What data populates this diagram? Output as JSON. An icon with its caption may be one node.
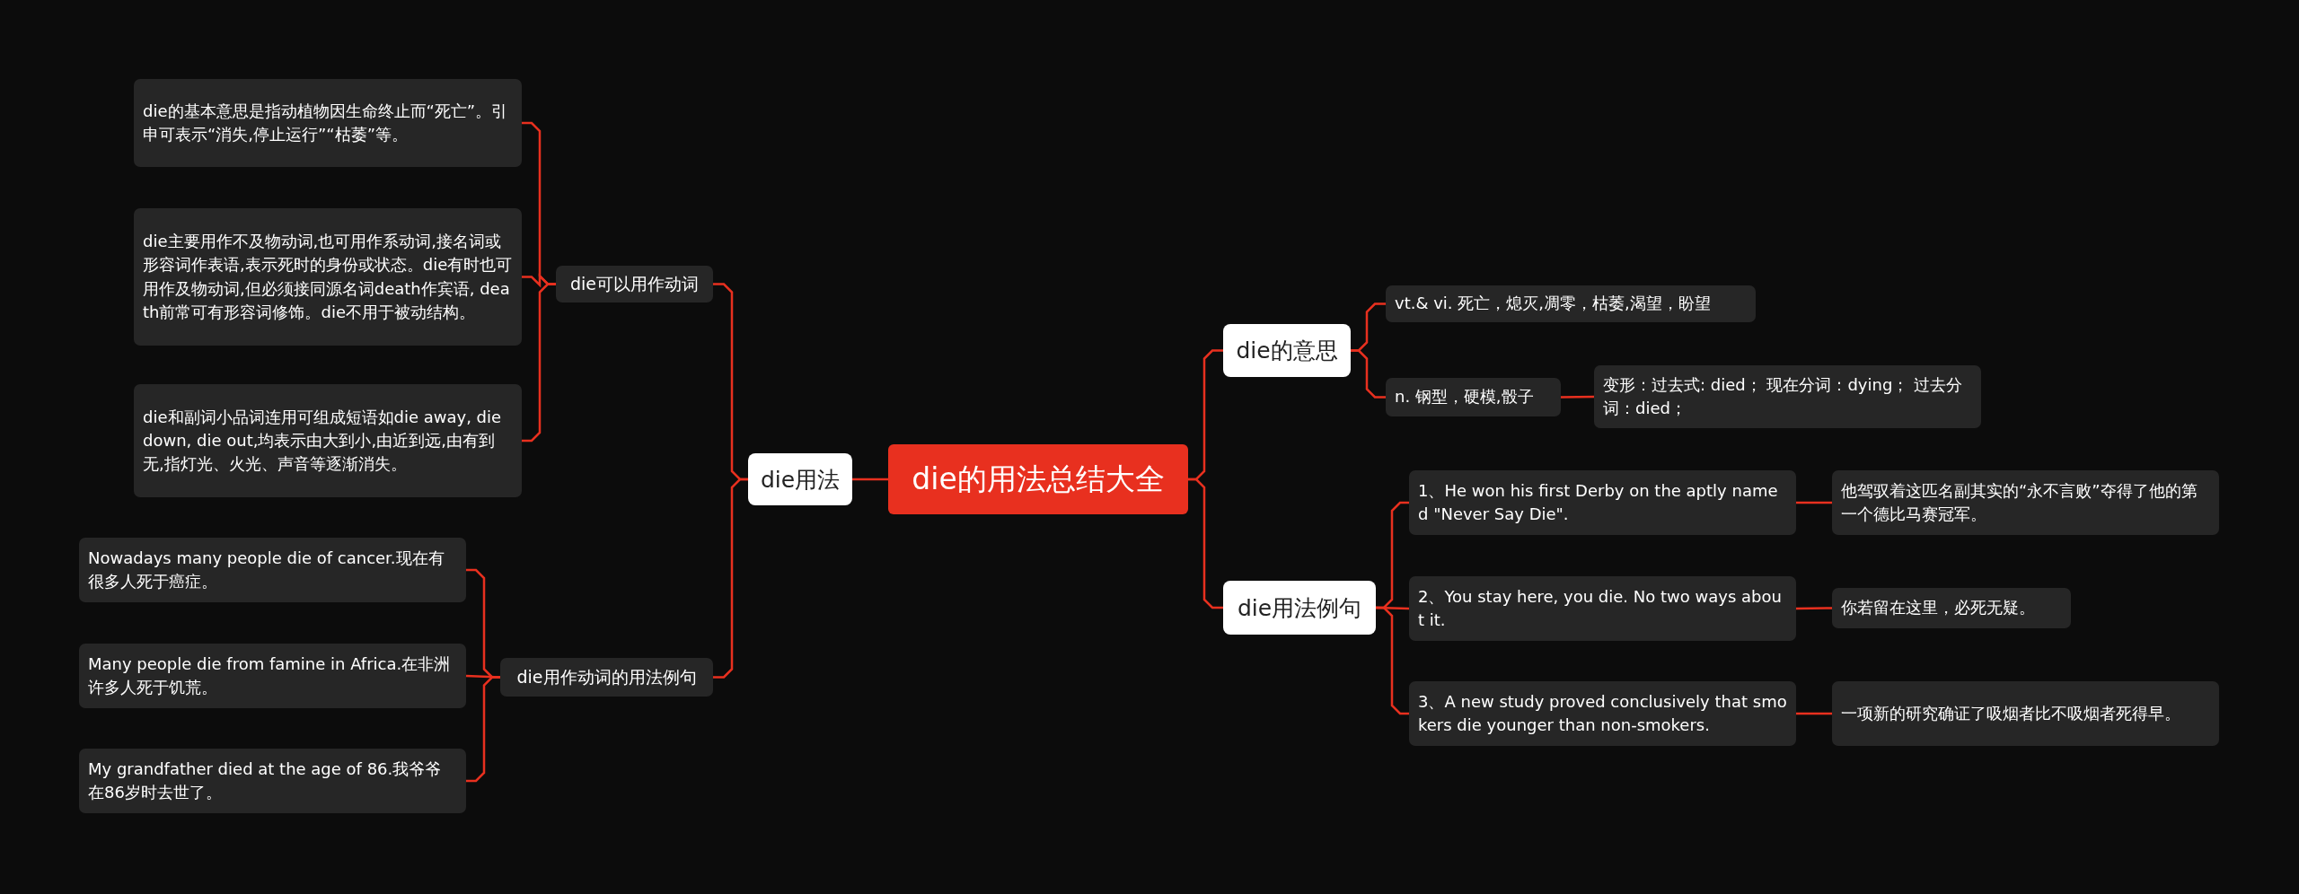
{
  "diagram": {
    "nodes": [
      {
        "text": [
          "die的用法总结大全"
        ]
      },
      {
        "text": [
          "die用法"
        ]
      },
      {
        "text": [
          "die可以用作动词"
        ]
      },
      {
        "text": [
          "die的基本意思是指动植物因生命终止而“死亡”。引申可表示“消失,停止运行”“枯萎”等。"
        ]
      },
      {
        "text": [
          "die主要用作不及物动词,也可用作系动词,接名词或形容词作表语,表示死时的身份或状态。die有时也可用作及物动词,但必须接同源名词death作宾语, death前常可有形容词修饰。die不用于被动结构。"
        ]
      },
      {
        "text": [
          "die和副词小品词连用可组成短语如die away, die down, die out,均表示由大到小,由近到远,由有到无,指灯光、火光、声音等逐渐消失。"
        ]
      },
      {
        "text": [
          "die用作动词的用法例句"
        ]
      },
      {
        "text": [
          "Nowadays many people die of cancer.现在有很多人死于癌症。"
        ]
      },
      {
        "text": [
          "Many people die from famine in Africa.在非洲许多人死于饥荒。"
        ]
      },
      {
        "text": [
          "My grandfather died at the age of 86.我爷爷在86岁时去世了。"
        ]
      },
      {
        "text": [
          "die的意思"
        ]
      },
      {
        "text": [
          "vt.& vi. 死亡，熄灭,凋零，枯萎,渴望，盼望"
        ]
      },
      {
        "text": [
          "n. 钢型，硬模,骰子"
        ]
      },
      {
        "text": [
          "变形：过去式: died； 现在分词：dying； 过去分词：died；"
        ]
      },
      {
        "text": [
          "die用法例句"
        ]
      },
      {
        "text": [
          "1、He won his first Derby on the aptly named \"Never Say Die\"."
        ]
      },
      {
        "text": [
          "他驾驭着这匹名副其实的“永不言败”夺得了他的第一个德比马赛冠军。"
        ]
      },
      {
        "text": [
          "2、You stay here, you die. No two ways about it."
        ]
      },
      {
        "text": [
          "你若留在这里，必死无疑。"
        ]
      },
      {
        "text": [
          "3、A new study proved conclusively that smokers die younger than non-smokers."
        ]
      },
      {
        "text": [
          "一项新的研究确证了吸烟者比不吸烟者死得早。"
        ]
      }
    ],
    "edges": [
      {
        "from": 0,
        "to": 1,
        "arrow": "none"
      },
      {
        "from": 1,
        "to": 2,
        "arrow": "none"
      },
      {
        "from": 2,
        "to": 3,
        "arrow": "none"
      },
      {
        "from": 2,
        "to": 4,
        "arrow": "none"
      },
      {
        "from": 2,
        "to": 5,
        "arrow": "none"
      },
      {
        "from": 1,
        "to": 6,
        "arrow": "none"
      },
      {
        "from": 6,
        "to": 7,
        "arrow": "none"
      },
      {
        "from": 6,
        "to": 8,
        "arrow": "none"
      },
      {
        "from": 6,
        "to": 9,
        "arrow": "none"
      },
      {
        "from": 0,
        "to": 10,
        "arrow": "none"
      },
      {
        "from": 10,
        "to": 11,
        "arrow": "none"
      },
      {
        "from": 10,
        "to": 12,
        "arrow": "none"
      },
      {
        "from": 12,
        "to": 13,
        "arrow": "none"
      },
      {
        "from": 0,
        "to": 14,
        "arrow": "none"
      },
      {
        "from": 14,
        "to": 15,
        "arrow": "none"
      },
      {
        "from": 15,
        "to": 16,
        "arrow": "none"
      },
      {
        "from": 14,
        "to": 17,
        "arrow": "none"
      },
      {
        "from": 17,
        "to": 18,
        "arrow": "none"
      },
      {
        "from": 14,
        "to": 19,
        "arrow": "none"
      },
      {
        "from": 19,
        "to": 20,
        "arrow": "none"
      }
    ]
  }
}
